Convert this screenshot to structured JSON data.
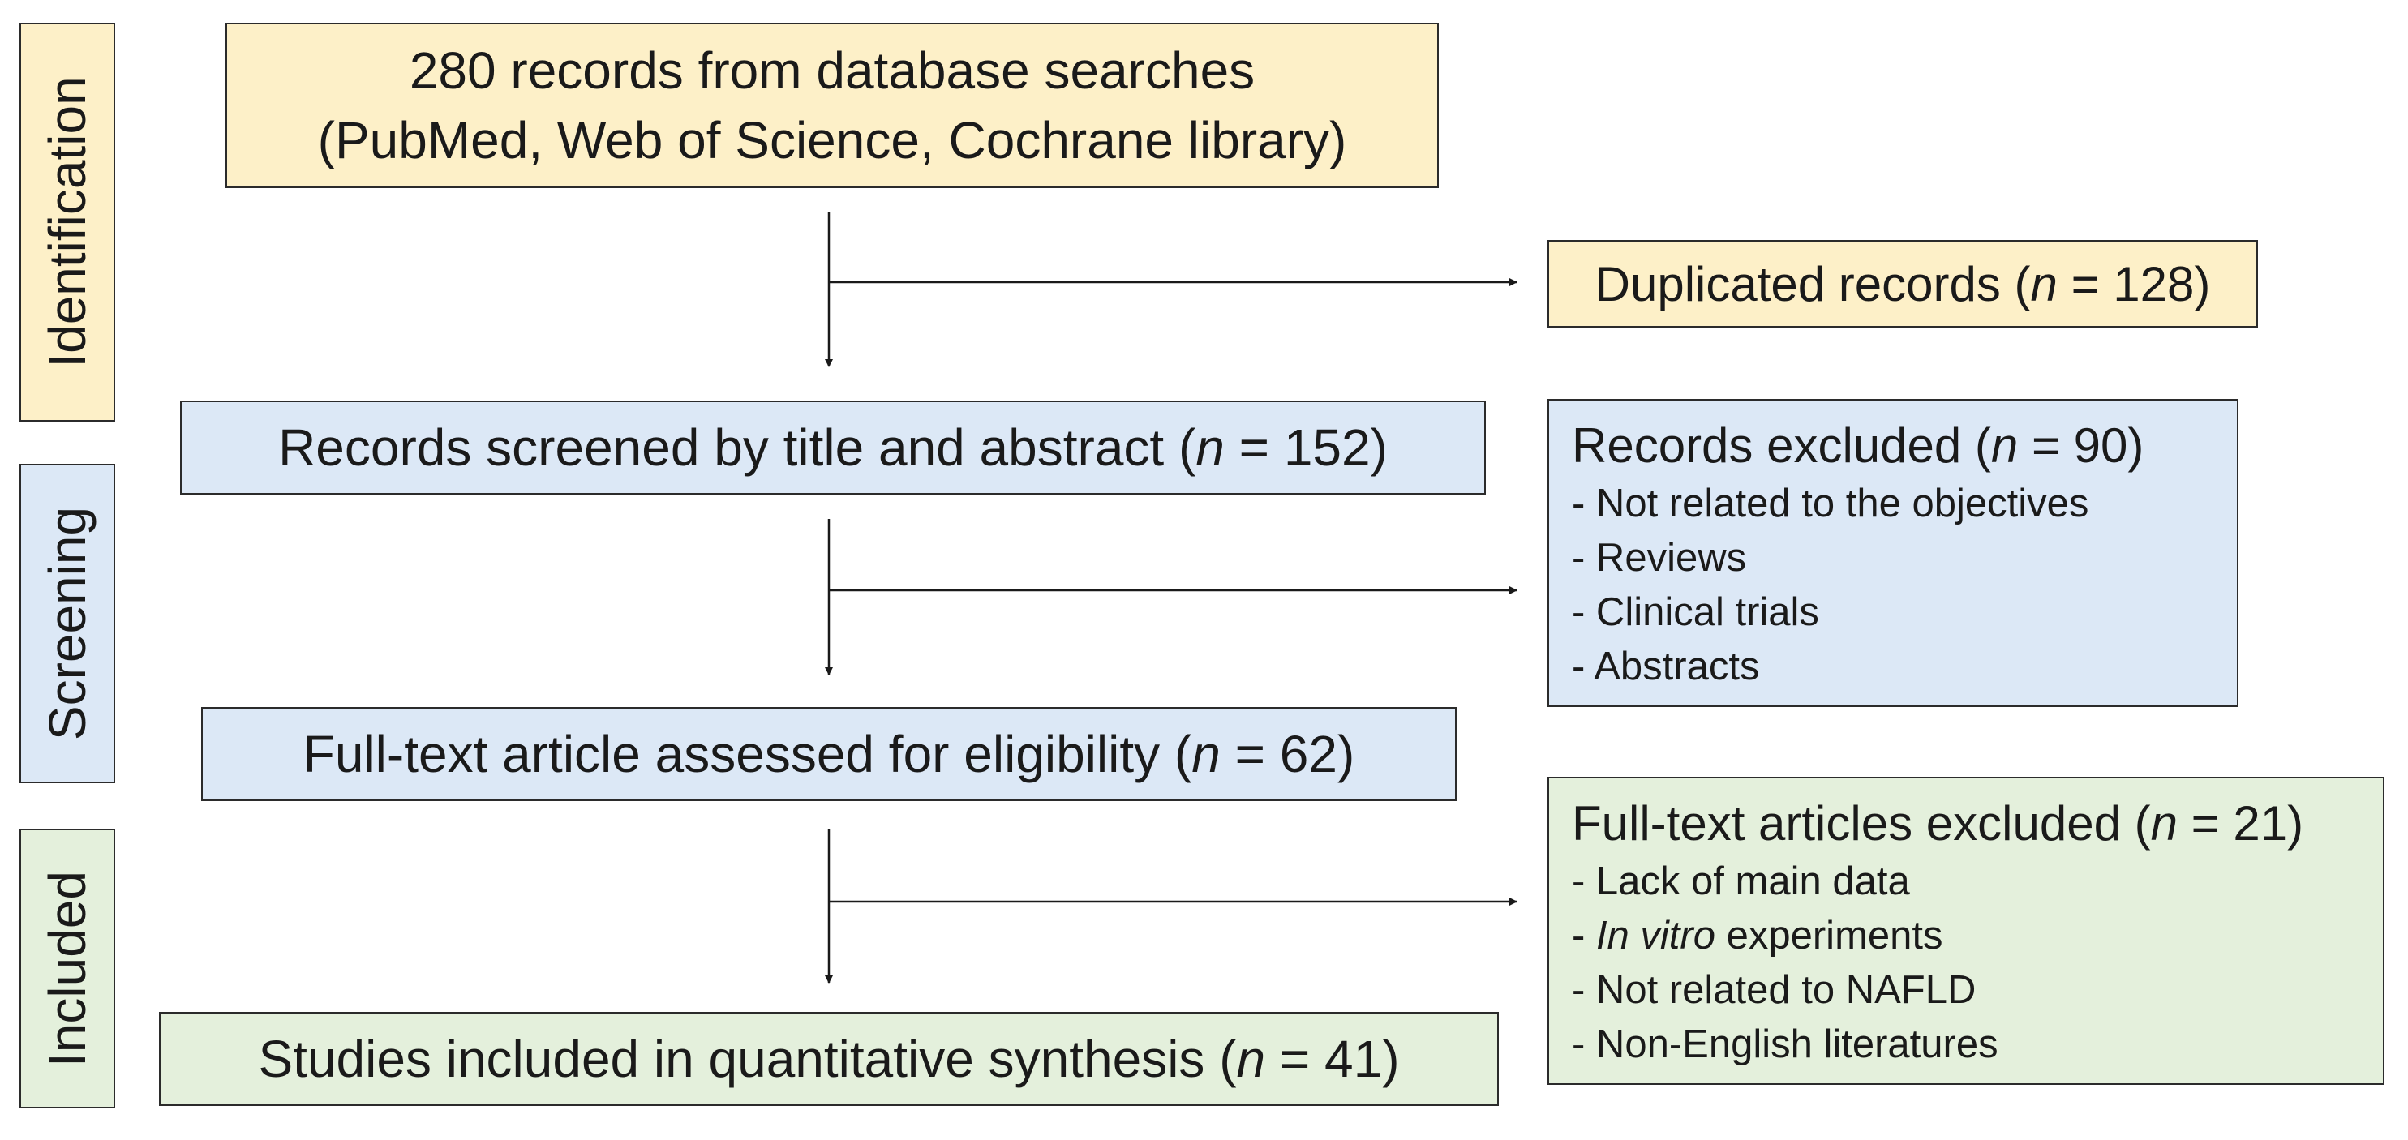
{
  "phases": {
    "identification": "Identification",
    "screening": "Screening",
    "included": "Included"
  },
  "flow": {
    "records_searched": {
      "line1": "280 records from database searches",
      "line2": "(PubMed, Web of Science, Cochrane library)"
    },
    "screened": {
      "text": "Records screened by title and abstract (",
      "n_label": "n",
      "rest": " = 152)"
    },
    "full_text": {
      "text": "Full-text article assessed for eligibility (",
      "n_label": "n",
      "rest": " = 62)"
    },
    "included": {
      "text": "Studies included in quantitative synthesis (",
      "n_label": "n",
      "rest": " = 41)"
    }
  },
  "exclusions": {
    "duplicates": {
      "text": "Duplicated records (",
      "n_label": "n",
      "rest": " = 128)"
    },
    "records_excluded": {
      "head": "Records excluded (",
      "n_label": "n",
      "rest": " = 90)",
      "reasons": [
        "- Not related to the objectives",
        "- Reviews",
        "- Clinical trials",
        "- Abstracts"
      ]
    },
    "fulltext_excluded": {
      "head": "Full-text articles excluded (",
      "n_label": "n",
      "rest": " = 21)",
      "reasons": [
        {
          "prefix": "- ",
          "italic": "In vitro",
          "suffix": " experiments"
        },
        "- Lack of main data",
        "- Not related to NAFLD",
        "- Non-English literatures"
      ]
    }
  },
  "colors": {
    "identification": "#fdf0c8",
    "screening": "#dce8f6",
    "included": "#e4f0dc"
  }
}
